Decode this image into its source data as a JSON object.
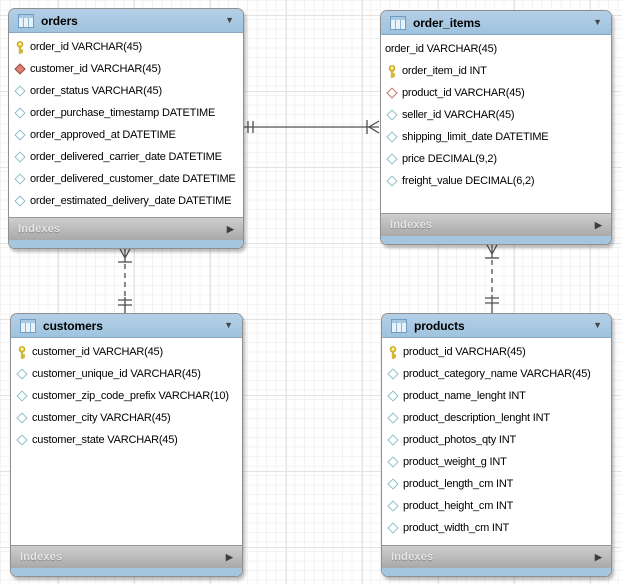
{
  "ui": {
    "collapse_glyph": "▼",
    "expand_glyph": "▶"
  },
  "colors": {
    "table_header_blue": "#a9c7e0",
    "indexes_bar_gray": "#b5b5b5",
    "primary_key_yellow": "#f0d03c",
    "fk_filled_red": "#d9837a",
    "fk_outline_red": "#bc7468",
    "column_diamond_cyan": "#8ebfcc",
    "connector_gray": "#4f4f4f",
    "grid_minor": "#f3f3f3",
    "grid_major": "#e4e4e4"
  },
  "tables": [
    {
      "name": "orders",
      "indexes_label": "Indexes",
      "fields": [
        {
          "text": "order_id VARCHAR(45)",
          "icon": "primary-key"
        },
        {
          "text": "customer_id VARCHAR(45)",
          "icon": "foreign-key-filled"
        },
        {
          "text": "order_status VARCHAR(45)",
          "icon": "column"
        },
        {
          "text": "order_purchase_timestamp DATETIME",
          "icon": "column"
        },
        {
          "text": "order_approved_at DATETIME",
          "icon": "column"
        },
        {
          "text": "order_delivered_carrier_date DATETIME",
          "icon": "column"
        },
        {
          "text": "order_delivered_customer_date DATETIME",
          "icon": "column"
        },
        {
          "text": "order_estimated_delivery_date DATETIME",
          "icon": "column"
        }
      ]
    },
    {
      "name": "order_items",
      "indexes_label": "Indexes",
      "fields": [
        {
          "text": "order_id VARCHAR(45)",
          "icon": "none"
        },
        {
          "text": "order_item_id INT",
          "icon": "primary-key"
        },
        {
          "text": "product_id VARCHAR(45)",
          "icon": "foreign-key-outline"
        },
        {
          "text": "seller_id VARCHAR(45)",
          "icon": "column"
        },
        {
          "text": "shipping_limit_date DATETIME",
          "icon": "column"
        },
        {
          "text": "price DECIMAL(9,2)",
          "icon": "column"
        },
        {
          "text": "freight_value DECIMAL(6,2)",
          "icon": "column"
        }
      ]
    },
    {
      "name": "customers",
      "indexes_label": "Indexes",
      "fields": [
        {
          "text": "customer_id VARCHAR(45)",
          "icon": "primary-key"
        },
        {
          "text": "customer_unique_id VARCHAR(45)",
          "icon": "column"
        },
        {
          "text": "customer_zip_code_prefix VARCHAR(10)",
          "icon": "column"
        },
        {
          "text": "customer_city VARCHAR(45)",
          "icon": "column"
        },
        {
          "text": "customer_state VARCHAR(45)",
          "icon": "column"
        }
      ]
    },
    {
      "name": "products",
      "indexes_label": "Indexes",
      "fields": [
        {
          "text": "product_id VARCHAR(45)",
          "icon": "primary-key"
        },
        {
          "text": "product_category_name VARCHAR(45)",
          "icon": "column"
        },
        {
          "text": "product_name_lenght INT",
          "icon": "column"
        },
        {
          "text": "product_description_lenght INT",
          "icon": "column"
        },
        {
          "text": "product_photos_qty INT",
          "icon": "column"
        },
        {
          "text": "product_weight_g INT",
          "icon": "column"
        },
        {
          "text": "product_length_cm INT",
          "icon": "column"
        },
        {
          "text": "product_height_cm INT",
          "icon": "column"
        },
        {
          "text": "product_width_cm INT",
          "icon": "column"
        }
      ]
    }
  ],
  "relationships": [
    {
      "from": "orders",
      "to": "order_items",
      "style": "solid",
      "cardinality": "one-to-many (identifying)"
    },
    {
      "from": "customers",
      "to": "orders",
      "style": "dashed",
      "cardinality": "one-to-many (non-identifying)"
    },
    {
      "from": "products",
      "to": "order_items",
      "style": "dashed",
      "cardinality": "one-to-many (non-identifying)"
    }
  ]
}
